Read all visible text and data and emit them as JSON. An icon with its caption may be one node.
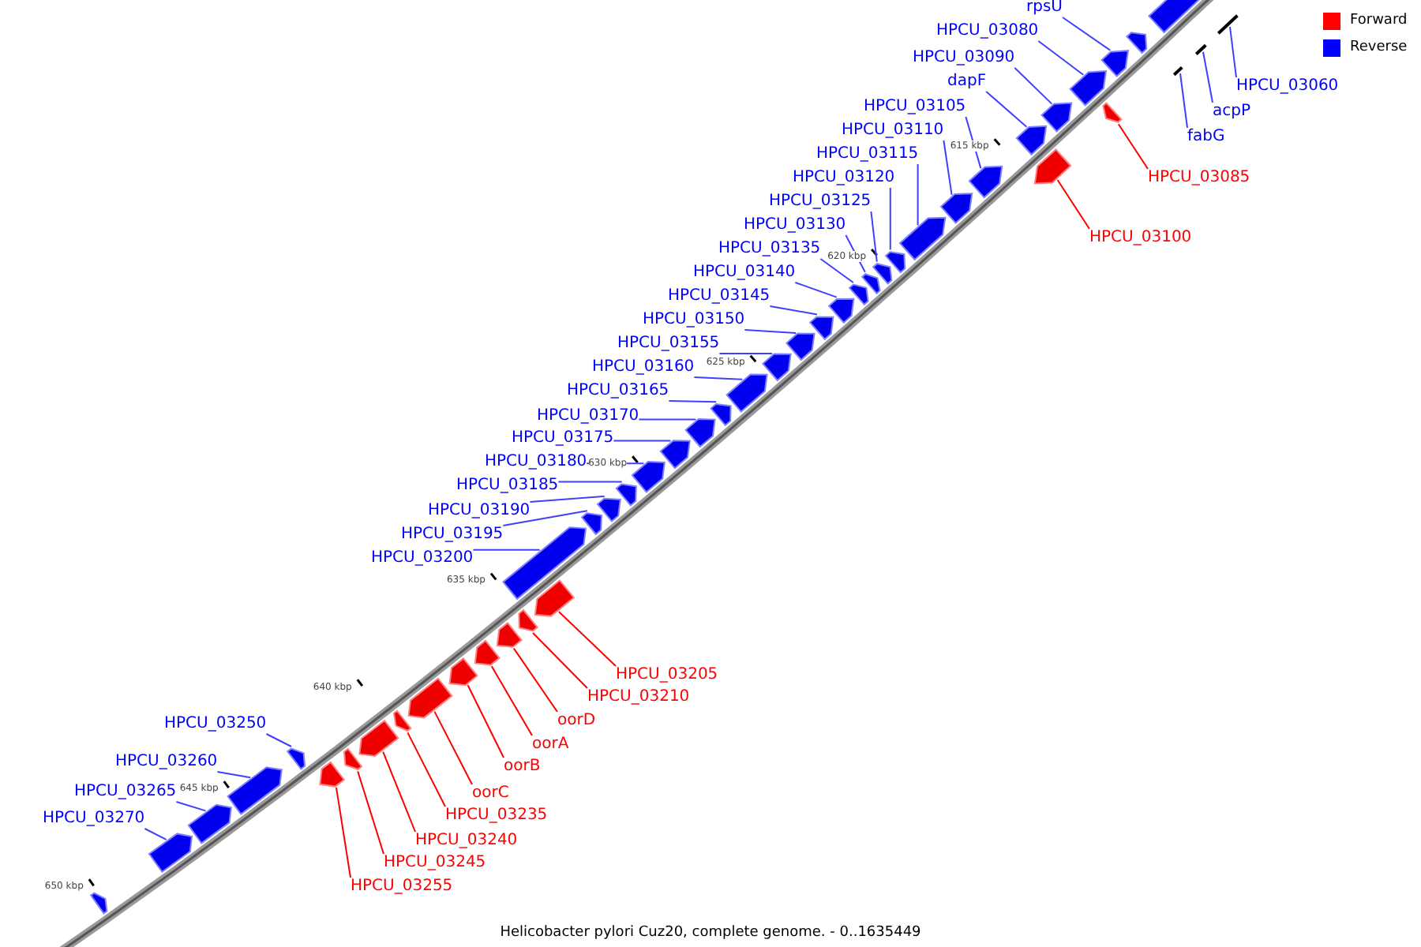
{
  "diagram": {
    "caption": "Helicobacter pylori Cuz20, complete genome. - 0..1635449",
    "nodes": [
      {
        "text": [
          "rpsU"
        ]
      },
      {
        "text": [
          "HPCU_03080"
        ]
      },
      {
        "text": [
          "HPCU_03090"
        ]
      },
      {
        "text": [
          "HPCU_03060"
        ]
      },
      {
        "text": [
          "dapF"
        ]
      },
      {
        "text": [
          "acpP"
        ]
      },
      {
        "text": [
          "HPCU_03105"
        ]
      },
      {
        "text": [
          "fabG"
        ]
      },
      {
        "text": [
          "HPCU_03110"
        ]
      },
      {
        "text": [
          "HPCU_03115"
        ]
      },
      {
        "text": [
          "HPCU_03085"
        ]
      },
      {
        "text": [
          "HPCU_03120"
        ]
      },
      {
        "text": [
          "HPCU_03125"
        ]
      },
      {
        "text": [
          "HPCU_03130"
        ]
      },
      {
        "text": [
          "HPCU_03100"
        ]
      },
      {
        "text": [
          "HPCU_03135"
        ]
      },
      {
        "text": [
          "HPCU_03140"
        ]
      },
      {
        "text": [
          "HPCU_03145"
        ]
      },
      {
        "text": [
          "HPCU_03150"
        ]
      },
      {
        "text": [
          "HPCU_03155"
        ]
      },
      {
        "text": [
          "HPCU_03160"
        ]
      },
      {
        "text": [
          "HPCU_03165"
        ]
      },
      {
        "text": [
          "HPCU_03170"
        ]
      },
      {
        "text": [
          "HPCU_03175"
        ]
      },
      {
        "text": [
          "HPCU_03180"
        ]
      },
      {
        "text": [
          "HPCU_03185"
        ]
      },
      {
        "text": [
          "HPCU_03190"
        ]
      },
      {
        "text": [
          "HPCU_03195"
        ]
      },
      {
        "text": [
          "HPCU_03200"
        ]
      },
      {
        "text": [
          "HPCU_03205"
        ]
      },
      {
        "text": [
          "HPCU_03210"
        ]
      },
      {
        "text": [
          "oorD"
        ]
      },
      {
        "text": [
          "oorA"
        ]
      },
      {
        "text": [
          "HPCU_03250"
        ]
      },
      {
        "text": [
          "oorB"
        ]
      },
      {
        "text": [
          "HPCU_03260"
        ]
      },
      {
        "text": [
          "oorC"
        ]
      },
      {
        "text": [
          "HPCU_03265"
        ]
      },
      {
        "text": [
          "HPCU_03235"
        ]
      },
      {
        "text": [
          "HPCU_03270"
        ]
      },
      {
        "text": [
          "HPCU_03240"
        ]
      },
      {
        "text": [
          "HPCU_03245"
        ]
      },
      {
        "text": [
          "HPCU_03255"
        ]
      },
      {
        "text": [],
        "shape": "pentagon"
      },
      {
        "text": [],
        "shape": "pentagon"
      },
      {
        "text": [],
        "shape": "pentagon"
      },
      {
        "text": [],
        "shape": "pentagon"
      },
      {
        "text": [],
        "shape": "pentagon"
      },
      {
        "text": [],
        "shape": "pentagon"
      },
      {
        "text": [],
        "shape": "pentagon"
      },
      {
        "text": [],
        "shape": "pentagon"
      },
      {
        "text": [],
        "shape": "pentagon"
      },
      {
        "text": [],
        "shape": "pentagon"
      },
      {
        "text": [],
        "shape": "pentagon"
      },
      {
        "text": [],
        "shape": "pentagon"
      },
      {
        "text": [],
        "shape": "pentagon"
      },
      {
        "text": [],
        "shape": "pentagon"
      },
      {
        "text": [],
        "shape": "pentagon"
      },
      {
        "text": [],
        "shape": "pentagon"
      },
      {
        "text": [],
        "shape": "pentagon"
      },
      {
        "text": [],
        "shape": "pentagon"
      },
      {
        "text": [],
        "shape": "pentagon"
      },
      {
        "text": [],
        "shape": "pentagon"
      },
      {
        "text": [],
        "shape": "pentagon"
      },
      {
        "text": [],
        "shape": "pentagon"
      },
      {
        "text": [],
        "shape": "pentagon"
      },
      {
        "text": [],
        "shape": "pentagon"
      },
      {
        "text": [],
        "shape": "pentagon"
      },
      {
        "text": [],
        "shape": "pentagon"
      },
      {
        "text": [],
        "shape": "pentagon"
      },
      {
        "text": [],
        "shape": "pentagon"
      },
      {
        "text": [],
        "shape": "pentagon"
      },
      {
        "text": [],
        "shape": "pentagon"
      },
      {
        "text": [],
        "shape": "pentagon"
      },
      {
        "text": [],
        "shape": "pentagon"
      },
      {
        "text": [],
        "shape": "pentagon"
      },
      {
        "text": [],
        "shape": "pentagon"
      },
      {
        "text": [],
        "shape": "pentagon"
      },
      {
        "text": [],
        "shape": "pentagon"
      },
      {
        "text": [],
        "shape": "pentagon"
      },
      {
        "text": [],
        "shape": "pentagon"
      },
      {
        "text": [],
        "shape": "pentagon"
      },
      {
        "text": [],
        "shape": "pentagon"
      },
      {
        "text": [],
        "shape": "pentagon"
      },
      {
        "text": [],
        "shape": "pentagon"
      },
      {
        "text": [],
        "shape": "pentagon"
      },
      {
        "text": [],
        "shape": "bar"
      },
      {
        "text": [],
        "shape": "bar"
      },
      {
        "text": [],
        "shape": "bar"
      }
    ],
    "edges": [
      {
        "from": 0,
        "to": 45,
        "arrow": "none"
      },
      {
        "from": 1,
        "to": 46,
        "arrow": "none"
      },
      {
        "from": 2,
        "to": 47,
        "arrow": "none"
      },
      {
        "from": 3,
        "to": 86,
        "arrow": "none"
      },
      {
        "from": 4,
        "to": 48,
        "arrow": "none"
      },
      {
        "from": 5,
        "to": 87,
        "arrow": "none"
      },
      {
        "from": 6,
        "to": 49,
        "arrow": "none"
      },
      {
        "from": 7,
        "to": 88,
        "arrow": "none"
      },
      {
        "from": 8,
        "to": 50,
        "arrow": "none"
      },
      {
        "from": 9,
        "to": 51,
        "arrow": "none"
      },
      {
        "from": 10,
        "to": 74,
        "arrow": "none",
        "color": "#ff0000"
      },
      {
        "from": 11,
        "to": 52,
        "arrow": "none"
      },
      {
        "from": 12,
        "to": 53,
        "arrow": "none"
      },
      {
        "from": 13,
        "to": 54,
        "arrow": "none"
      },
      {
        "from": 14,
        "to": 75,
        "arrow": "none",
        "color": "#ff0000"
      },
      {
        "from": 15,
        "to": 55,
        "arrow": "none"
      },
      {
        "from": 16,
        "to": 56,
        "arrow": "none"
      },
      {
        "from": 17,
        "to": 57,
        "arrow": "none"
      },
      {
        "from": 18,
        "to": 58,
        "arrow": "none"
      },
      {
        "from": 19,
        "to": 59,
        "arrow": "none"
      },
      {
        "from": 20,
        "to": 60,
        "arrow": "none"
      },
      {
        "from": 21,
        "to": 61,
        "arrow": "none"
      },
      {
        "from": 22,
        "to": 62,
        "arrow": "none"
      },
      {
        "from": 23,
        "to": 63,
        "arrow": "none"
      },
      {
        "from": 24,
        "to": 64,
        "arrow": "none"
      },
      {
        "from": 25,
        "to": 65,
        "arrow": "none"
      },
      {
        "from": 26,
        "to": 66,
        "arrow": "none"
      },
      {
        "from": 27,
        "to": 67,
        "arrow": "none"
      },
      {
        "from": 28,
        "to": 68,
        "arrow": "none"
      },
      {
        "from": 29,
        "to": 76,
        "arrow": "none",
        "color": "#ff0000"
      },
      {
        "from": 30,
        "to": 77,
        "arrow": "none",
        "color": "#ff0000"
      },
      {
        "from": 31,
        "to": 78,
        "arrow": "none",
        "color": "#ff0000"
      },
      {
        "from": 32,
        "to": 79,
        "arrow": "none",
        "color": "#ff0000"
      },
      {
        "from": 33,
        "to": 69,
        "arrow": "none"
      },
      {
        "from": 34,
        "to": 80,
        "arrow": "none",
        "color": "#ff0000"
      },
      {
        "from": 35,
        "to": 70,
        "arrow": "none"
      },
      {
        "from": 36,
        "to": 81,
        "arrow": "none",
        "color": "#ff0000"
      },
      {
        "from": 37,
        "to": 71,
        "arrow": "none"
      },
      {
        "from": 38,
        "to": 82,
        "arrow": "none",
        "color": "#ff0000"
      },
      {
        "from": 39,
        "to": 72,
        "arrow": "none"
      },
      {
        "from": 40,
        "to": 83,
        "arrow": "none",
        "color": "#ff0000"
      },
      {
        "from": 41,
        "to": 84,
        "arrow": "none",
        "color": "#ff0000"
      },
      {
        "from": 42,
        "to": 85,
        "arrow": "none",
        "color": "#ff0000"
      }
    ],
    "labels": [
      "615 kbp",
      "620 kbp",
      "625 kbp",
      "630 kbp",
      "635 kbp",
      "640 kbp",
      "645 kbp",
      "650 kbp"
    ],
    "legend": [
      {
        "text": "Forward",
        "color": "#ff0000"
      },
      {
        "text": "Reverse",
        "color": "#0000ff"
      }
    ]
  }
}
